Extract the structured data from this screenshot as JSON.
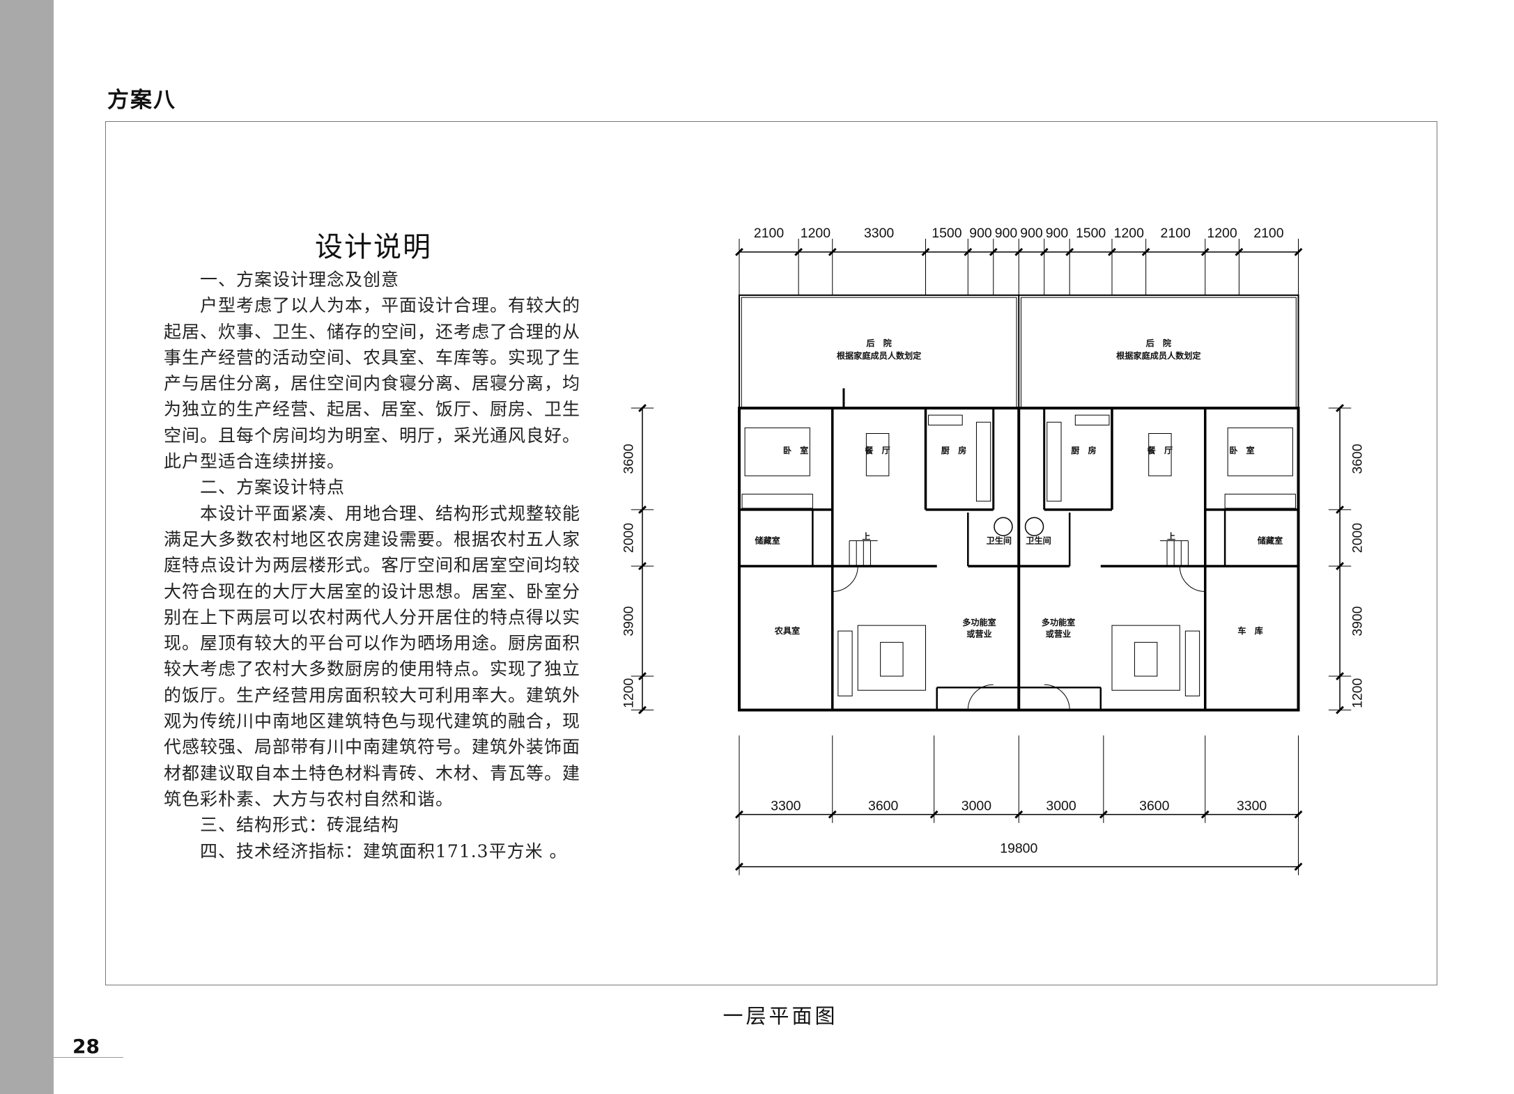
{
  "page": {
    "scheme_title": "方案八",
    "page_number": "28",
    "caption": "一层平面图"
  },
  "description": {
    "title": "设计说明",
    "lines": [
      {
        "text": "一、方案设计理念及创意",
        "indent": true
      },
      {
        "text": "户型考虑了以人为本，平面设计合理。有较大的",
        "indent": true
      },
      {
        "text": "起居、炊事、卫生、储存的空间，还考虑了合理的从",
        "indent": false
      },
      {
        "text": "事生产经营的活动空间、农具室、车库等。实现了生",
        "indent": false
      },
      {
        "text": "产与居住分离，居住空间内食寝分离、居寝分离，均",
        "indent": false
      },
      {
        "text": "为独立的生产经营、起居、居室、饭厅、厨房、卫生",
        "indent": false
      },
      {
        "text": "空间。且每个房间均为明室、明厅，采光通风良好。",
        "indent": false
      },
      {
        "text": "此户型适合连续拼接。",
        "indent": false
      },
      {
        "text": "二、方案设计特点",
        "indent": true
      },
      {
        "text": "本设计平面紧凑、用地合理、结构形式规整较能",
        "indent": true
      },
      {
        "text": "满足大多数农村地区农房建设需要。根据农村五人家",
        "indent": false
      },
      {
        "text": "庭特点设计为两层楼形式。客厅空间和居室空间均较",
        "indent": false
      },
      {
        "text": "大符合现在的大厅大居室的设计思想。居室、卧室分",
        "indent": false
      },
      {
        "text": "别在上下两层可以农村两代人分开居住的特点得以实",
        "indent": false
      },
      {
        "text": "现。屋顶有较大的平台可以作为晒场用途。厨房面积",
        "indent": false
      },
      {
        "text": "较大考虑了农村大多数厨房的使用特点。实现了独立",
        "indent": false
      },
      {
        "text": "的饭厅。生产经营用房面积较大可利用率大。建筑外",
        "indent": false
      },
      {
        "text": "观为传统川中南地区建筑特色与现代建筑的融合，现",
        "indent": false
      },
      {
        "text": "代感较强、局部带有川中南建筑符号。建筑外装饰面",
        "indent": false
      },
      {
        "text": "材都建议取自本土特色材料青砖、木材、青瓦等。建",
        "indent": false
      },
      {
        "text": "筑色彩朴素、大方与农村自然和谐。",
        "indent": false
      },
      {
        "text": "三、结构形式：砖混结构",
        "indent": true
      },
      {
        "text": "四、技术经济指标：建筑面积171.3平方米 。",
        "indent": true
      }
    ]
  },
  "plan": {
    "dims_top": [
      "2100",
      "1200",
      "3300",
      "1500",
      "900",
      "900",
      "900",
      "900",
      "1500",
      "1200",
      "2100",
      "1200",
      "2100"
    ],
    "dims_top_mm": [
      2100,
      1200,
      3300,
      1500,
      900,
      900,
      900,
      900,
      1500,
      1200,
      2100,
      1200,
      2100
    ],
    "dims_side": [
      "3600",
      "2000",
      "3900",
      "1200"
    ],
    "dims_side_mm": [
      3600,
      2000,
      3900,
      1200
    ],
    "dims_bottom": [
      "3300",
      "3600",
      "3000",
      "3000",
      "3600",
      "3300"
    ],
    "dims_bottom_mm": [
      3300,
      3600,
      3000,
      3000,
      3600,
      3300
    ],
    "dim_total": "19800",
    "rooms": {
      "backyard": "后　院",
      "backyard_note": "根据家庭成员人数划定",
      "bedroom": "卧　室",
      "dining": "餐　厅",
      "kitchen": "厨　房",
      "storage": "储藏室",
      "stair_up": "上",
      "bathroom": "卫生间",
      "tool_room": "农具室",
      "multi_1": "多功能室",
      "multi_2": "或营业",
      "garage": "车　库"
    }
  }
}
